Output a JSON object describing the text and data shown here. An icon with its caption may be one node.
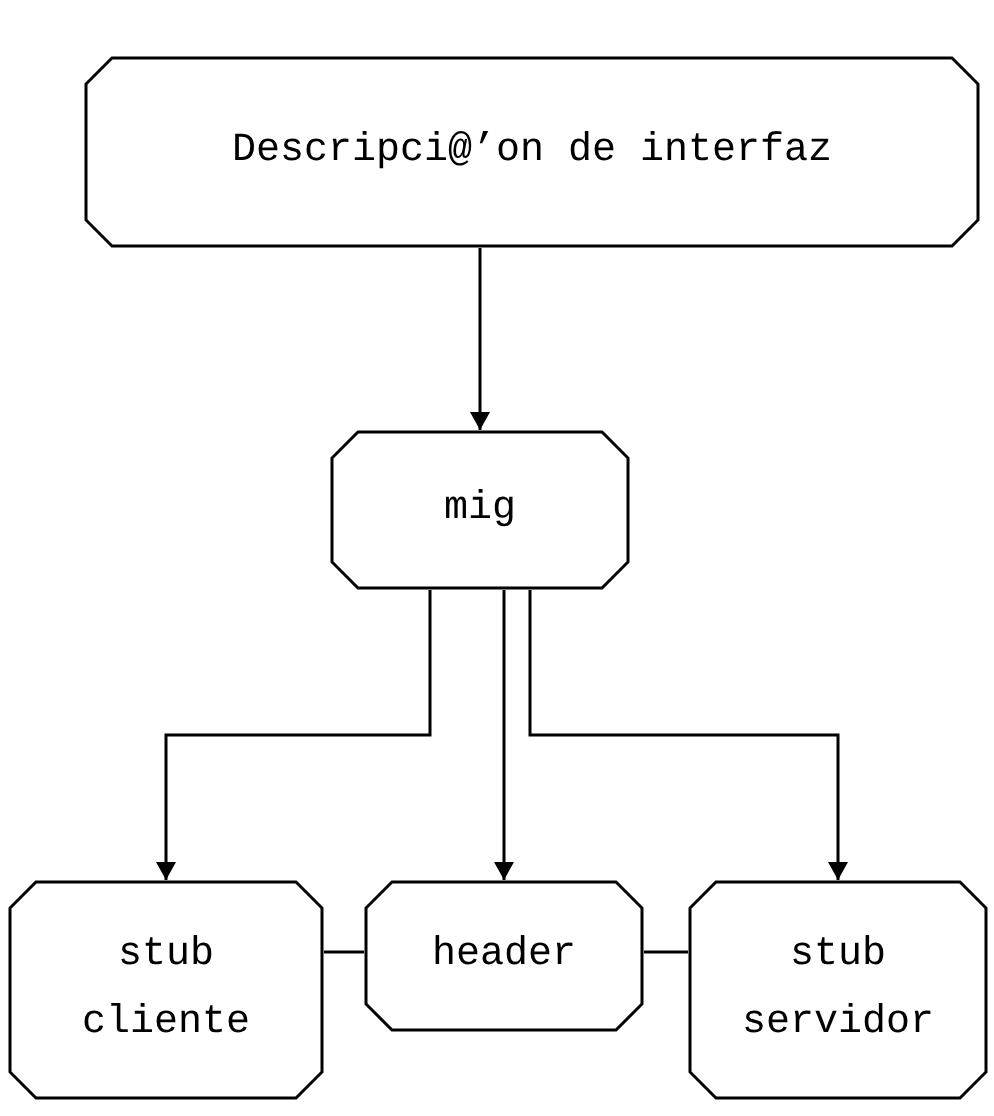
{
  "diagram": {
    "nodes": [
      {
        "text": [
          "Descripci@’on de interfaz"
        ]
      },
      {
        "text": [
          "mig"
        ]
      },
      {
        "text": [
          "stub cliente"
        ]
      },
      {
        "text": [
          "header"
        ]
      },
      {
        "text": [
          "stub servidor"
        ]
      }
    ],
    "edges": [
      {
        "from": 0,
        "to": 1,
        "arrow": "to"
      },
      {
        "from": 1,
        "to": 2,
        "arrow": "to"
      },
      {
        "from": 1,
        "to": 3,
        "arrow": "to"
      },
      {
        "from": 1,
        "to": 4,
        "arrow": "to"
      },
      {
        "from": 2,
        "to": 3,
        "arrow": "none"
      },
      {
        "from": 3,
        "to": 4,
        "arrow": "none"
      }
    ]
  }
}
